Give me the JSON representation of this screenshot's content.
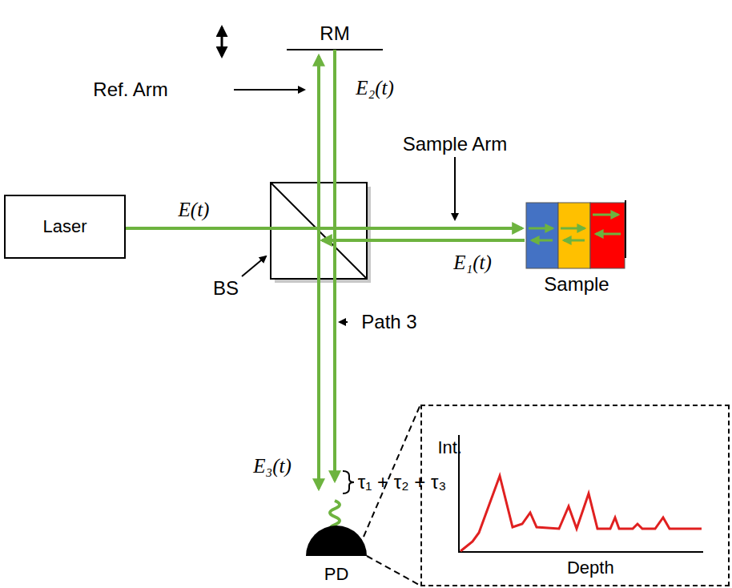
{
  "diagram": {
    "nodes": [
      {
        "text": [
          "Laser"
        ]
      },
      {
        "text": [
          "PD"
        ]
      },
      {
        "text": [
          "Int.",
          "Depth"
        ]
      }
    ],
    "edges": [
      {
        "from": 1,
        "to": 2,
        "arrow": "none"
      }
    ],
    "labels": [
      "RM",
      "Ref. Arm",
      "E₂(t)",
      "Sample Arm",
      "E(t)",
      "BS",
      "E₁(t)",
      "Sample",
      "Path 3",
      "E₃(t)",
      "τ₁ + τ₂ + τ₃"
    ]
  }
}
